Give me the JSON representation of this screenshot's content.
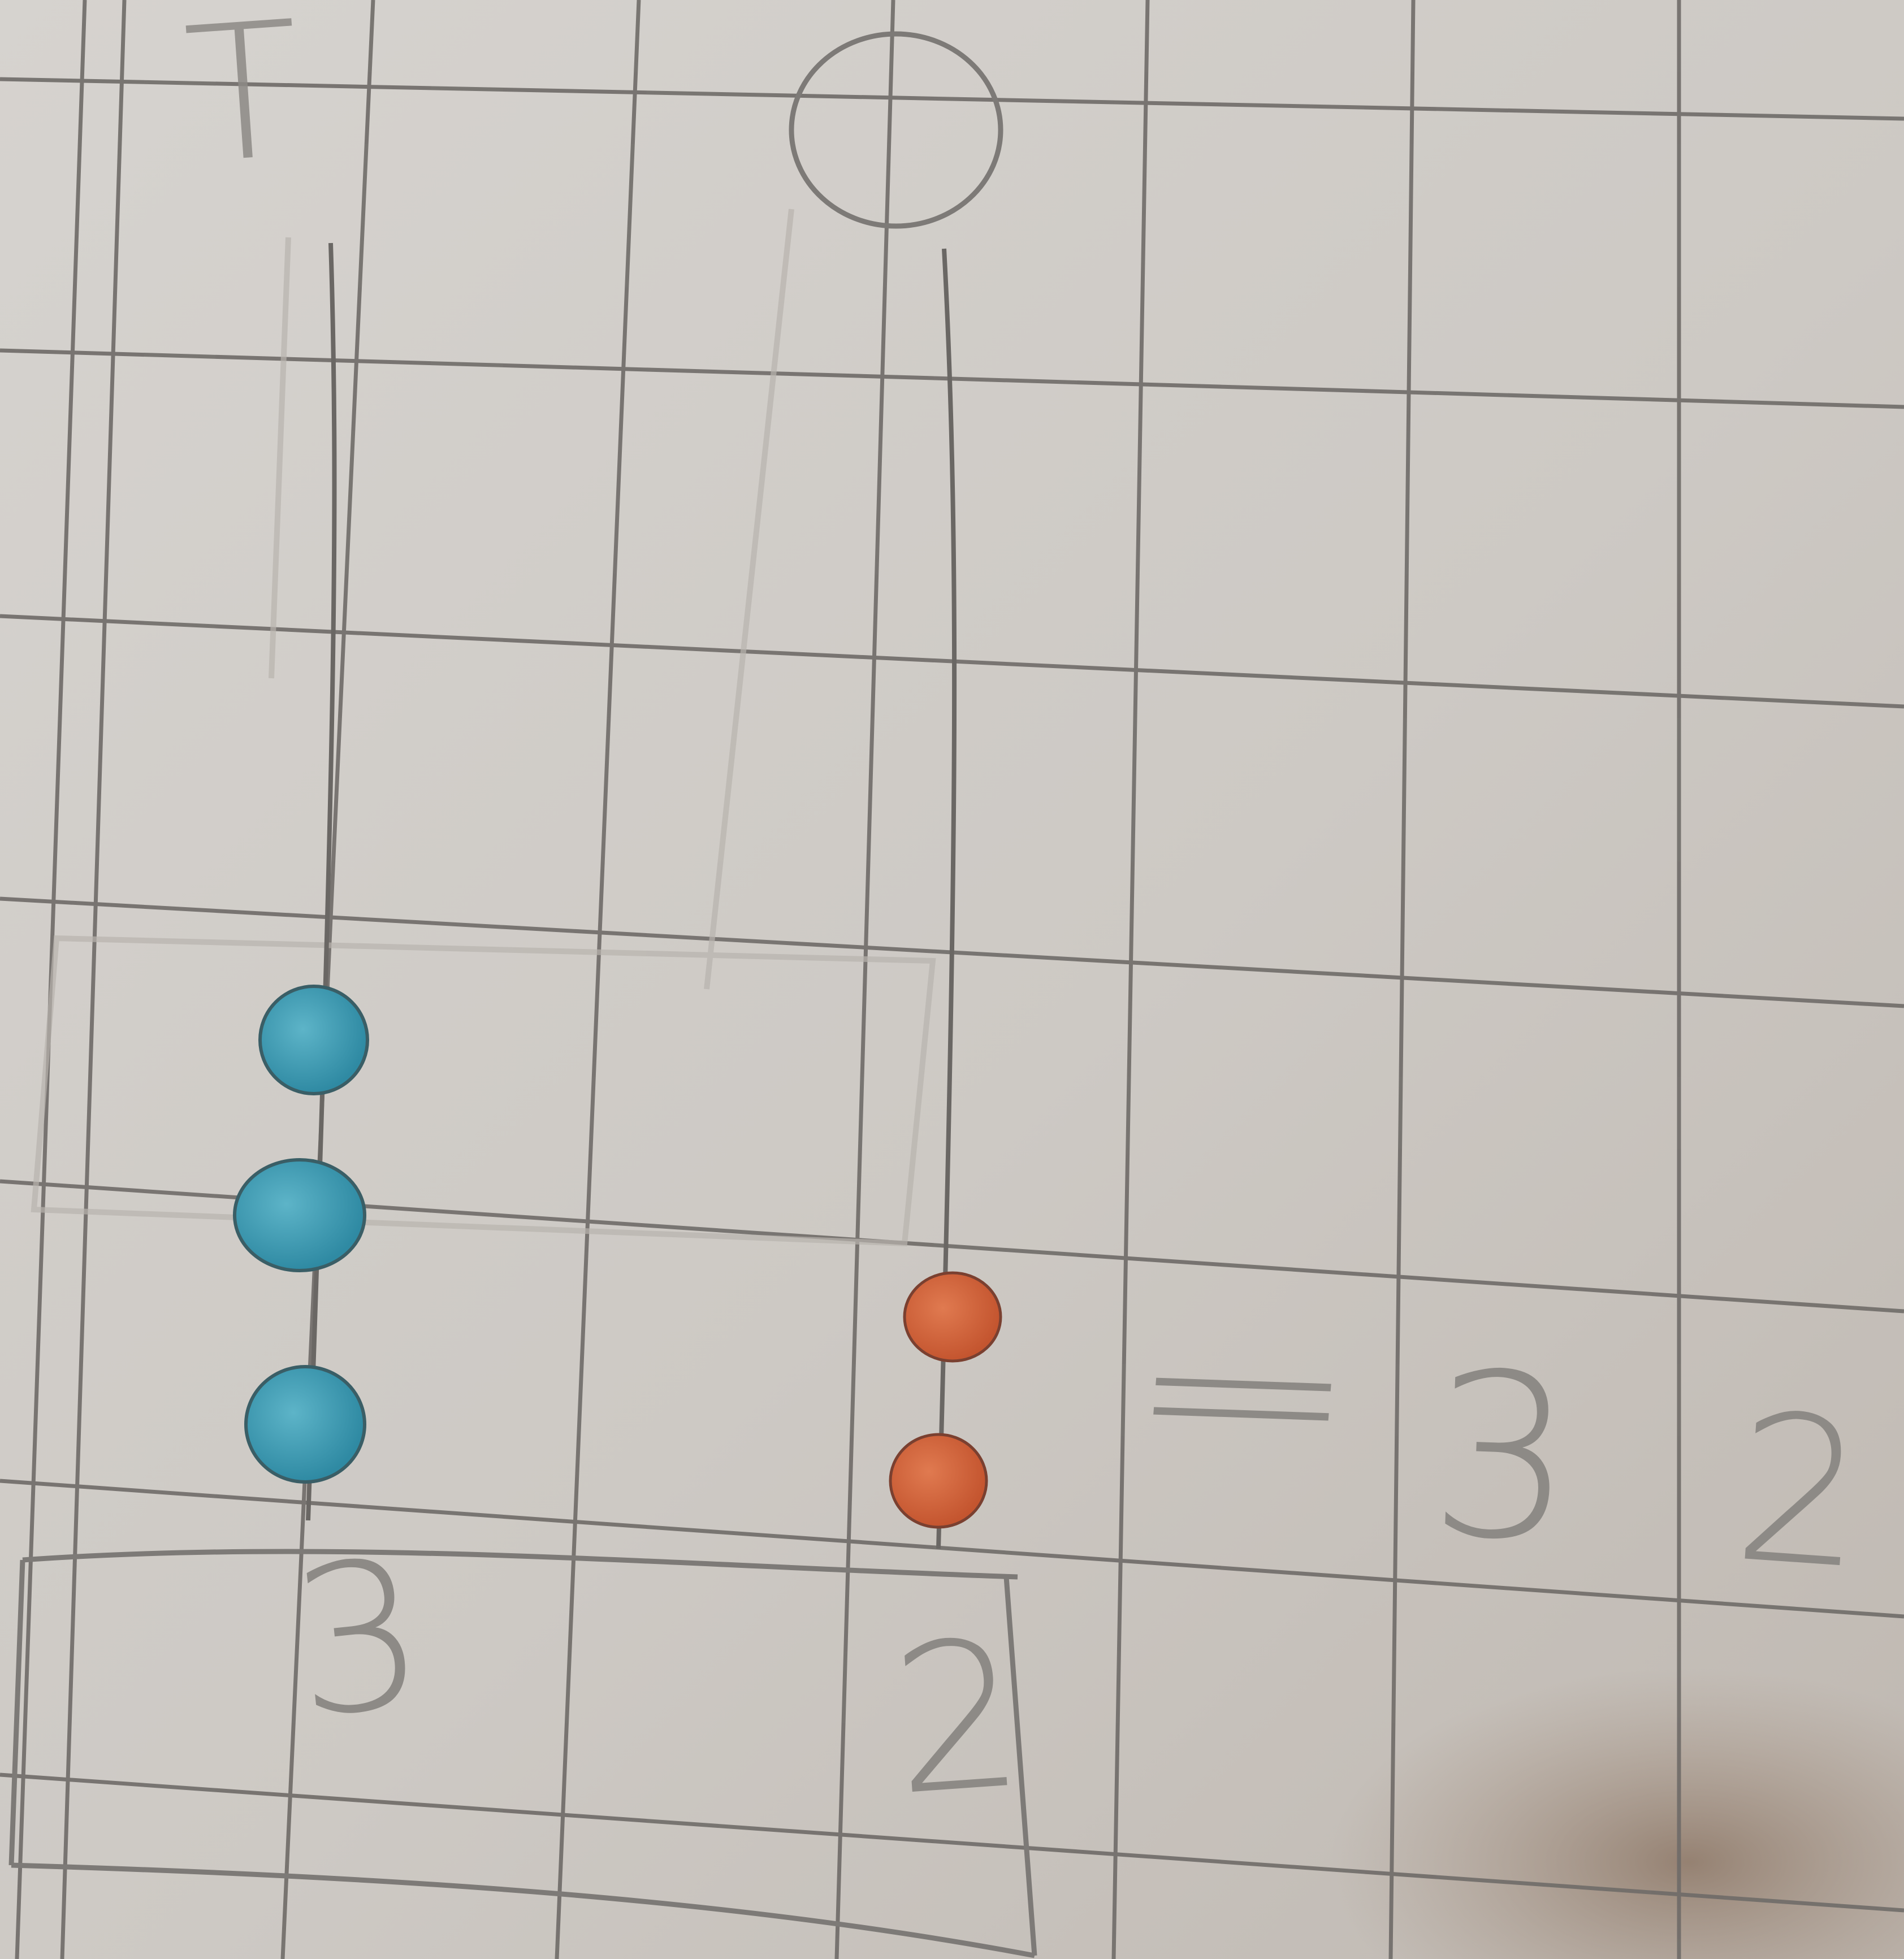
{
  "image": {
    "description_colors": {
      "paper": "#d2cec9",
      "grid_line": "#6f6b68",
      "pencil": "#8d8a86",
      "tens_bead": "#3f9bb3",
      "units_bead": "#d4663f",
      "shadow": "#8a7362"
    }
  },
  "abacus": {
    "tens_rod": {
      "label": "T",
      "beads": 3,
      "bead_color": "#3f9bb3"
    },
    "units_rod": {
      "label": "O",
      "beads": 2,
      "bead_color": "#d4663f"
    }
  },
  "digits_box": {
    "tens_digit": "3",
    "units_digit": "2"
  },
  "equation": {
    "equals": "=",
    "tens": "3",
    "units": "2"
  }
}
